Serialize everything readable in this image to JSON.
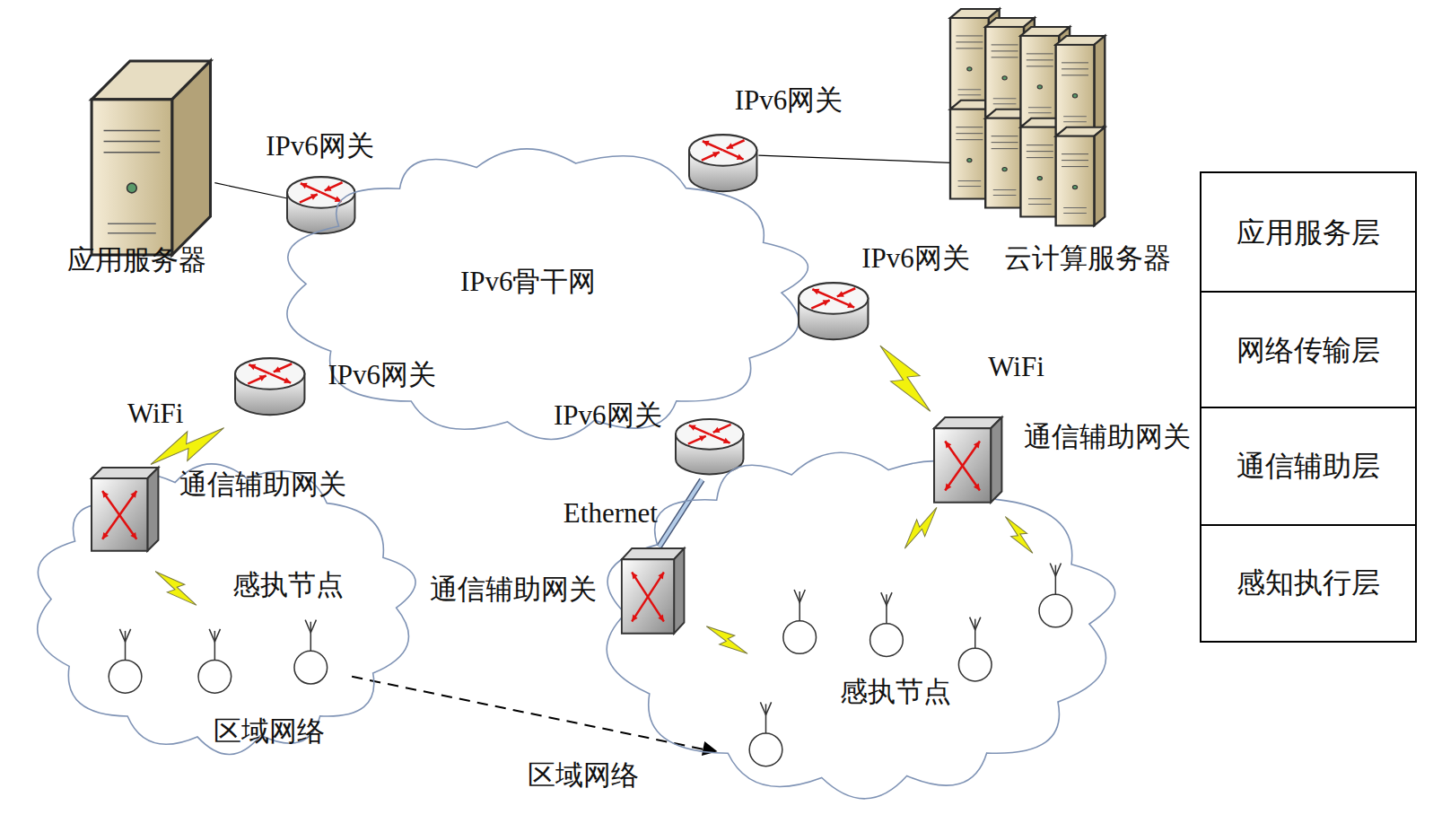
{
  "diagram": {
    "nodes": [
      {
        "text": [
          "应用服务器"
        ]
      },
      {
        "text": [
          "IPv6网关"
        ]
      },
      {
        "text": [
          "IPv6网关"
        ]
      },
      {
        "text": [
          "云计算服务器"
        ]
      },
      {
        "text": [
          "IPv6骨干网"
        ]
      },
      {
        "text": [
          "IPv6网关"
        ]
      },
      {
        "text": [
          "IPv6网关"
        ]
      },
      {
        "text": [
          "IPv6网关"
        ]
      },
      {
        "text": [
          "感执节点",
          "区域网络"
        ]
      },
      {
        "text": [
          "通信辅助网关"
        ]
      },
      {
        "text": [
          "感执节点",
          "区域网络"
        ]
      },
      {
        "text": [
          "通信辅助网关"
        ]
      },
      {
        "text": [
          "通信辅助网关"
        ]
      },
      {
        "text": [
          "应用服务层"
        ]
      },
      {
        "text": [
          "网络传输层"
        ]
      },
      {
        "text": [
          "通信辅助层"
        ]
      },
      {
        "text": [
          "感知执行层"
        ]
      }
    ],
    "edges": [
      {
        "from": 0,
        "to": 1,
        "arrow": "none"
      },
      {
        "from": 2,
        "to": 3,
        "arrow": "none"
      },
      {
        "from": 7,
        "to": 11,
        "label": "Ethernet",
        "arrow": "none"
      }
    ],
    "labels": [
      "WiFi",
      "WiFi"
    ]
  }
}
